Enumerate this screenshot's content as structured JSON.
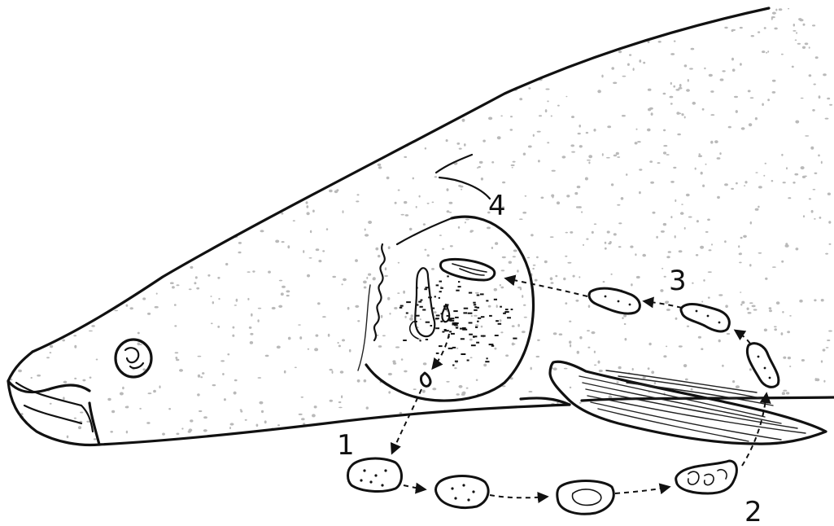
{
  "diagram": {
    "stage_labels": {
      "one": "1",
      "two": "2",
      "three": "3",
      "four": "4"
    },
    "colors": {
      "ink": "#111111",
      "stipple": "#b9b9b9",
      "background": "#ffffff"
    }
  }
}
